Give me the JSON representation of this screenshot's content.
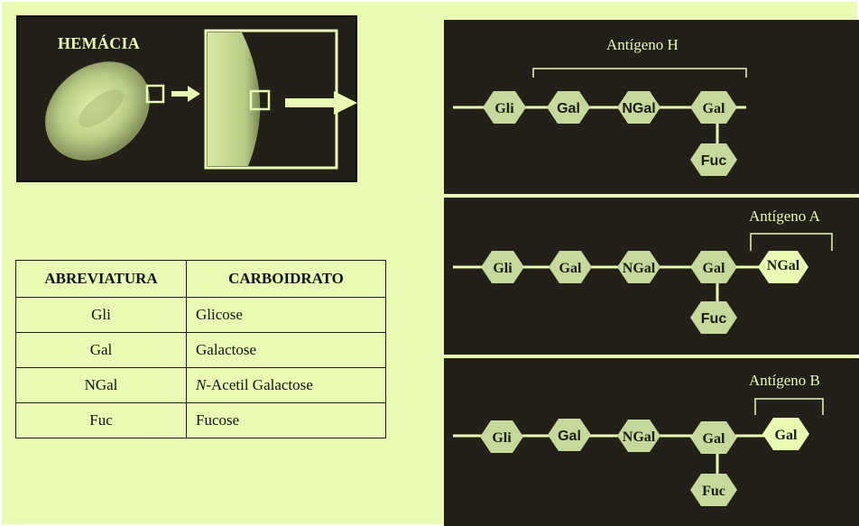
{
  "rbc_panel": {
    "title": "HEMÁCIA"
  },
  "table": {
    "headers": [
      "ABREVIATURA",
      "CARBOIDRATO"
    ],
    "rows": [
      {
        "abbr": "Gli",
        "name_prefix": "",
        "name": "Glicose"
      },
      {
        "abbr": "Gal",
        "name_prefix": "",
        "name": "Galactose"
      },
      {
        "abbr": "NGal",
        "name_prefix": "N",
        "name": "-Acetil Galactose"
      },
      {
        "abbr": "Fuc",
        "name_prefix": "",
        "name": "Fucose"
      }
    ]
  },
  "antigens": {
    "h": {
      "title": "Antígeno H",
      "chain": [
        "Gli",
        "Gal",
        "NGal",
        "Gal"
      ],
      "branch": "Fuc"
    },
    "a": {
      "title": "Antígeno A",
      "chain": [
        "Gli",
        "Gal",
        "NGal",
        "Gal",
        "NGal"
      ],
      "branch": "Fuc"
    },
    "b": {
      "title": "Antígeno B",
      "chain": [
        "Gli",
        "Gal",
        "NGal",
        "Gal",
        "Gal"
      ],
      "branch": "Fuc"
    }
  },
  "colors": {
    "background": "#e9fbb2",
    "panel": "#222019",
    "hexagon": "#c5d99a",
    "line": "#e9fbb2"
  }
}
